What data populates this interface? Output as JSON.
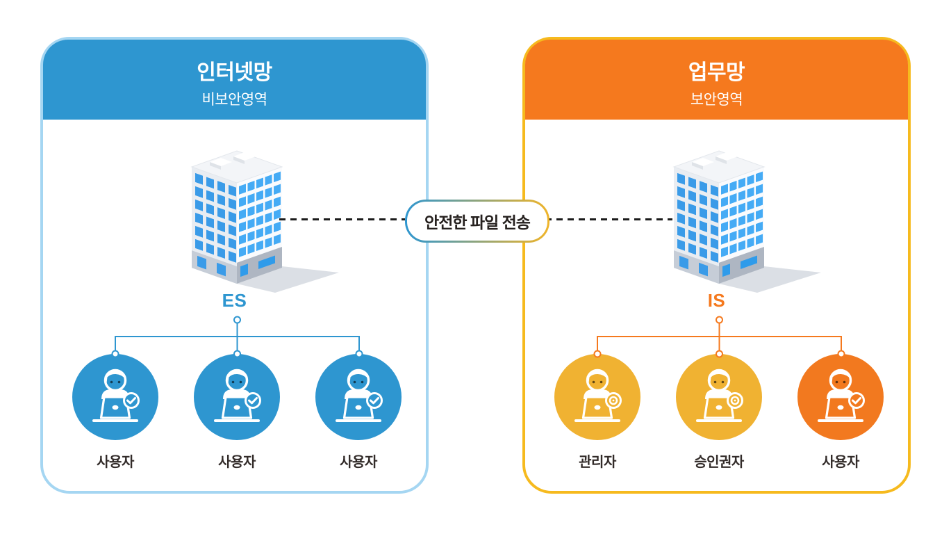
{
  "zones": {
    "left": {
      "title": "인터넷망",
      "subtitle": "비보안영역",
      "system_label": "ES",
      "theme_color": "#2E96D0",
      "border_color": "#A5D6F2",
      "actors": [
        {
          "label": "사용자",
          "circle_color": "#2E96D0",
          "badge_icon": "check-badge-icon"
        },
        {
          "label": "사용자",
          "circle_color": "#2E96D0",
          "badge_icon": "check-badge-icon"
        },
        {
          "label": "사용자",
          "circle_color": "#2E96D0",
          "badge_icon": "check-badge-icon"
        }
      ]
    },
    "right": {
      "title": "업무망",
      "subtitle": "보안영역",
      "system_label": "IS",
      "theme_color": "#F5791E",
      "border_color": "#F6BA1E",
      "actors": [
        {
          "label": "관리자",
          "circle_color": "#F0B232",
          "badge_icon": "seal-badge-icon"
        },
        {
          "label": "승인권자",
          "circle_color": "#F0B232",
          "badge_icon": "seal-badge-icon"
        },
        {
          "label": "사용자",
          "circle_color": "#F2791F",
          "badge_icon": "check-badge-icon"
        }
      ]
    }
  },
  "connector": {
    "label": "안전한 파일 전송",
    "line_style": "dashed",
    "line_color": "#1B1B1B",
    "pill_border_gradient": [
      "#2E96D0",
      "#F0B428"
    ]
  },
  "icons": {
    "building": "building-icon",
    "person": "person-at-laptop-icon",
    "check_badge": "check-badge-icon",
    "seal_badge": "seal-badge-icon",
    "connector_node": "connector-node-dot"
  },
  "text_color": "#322B29",
  "background": "#FFFFFF"
}
